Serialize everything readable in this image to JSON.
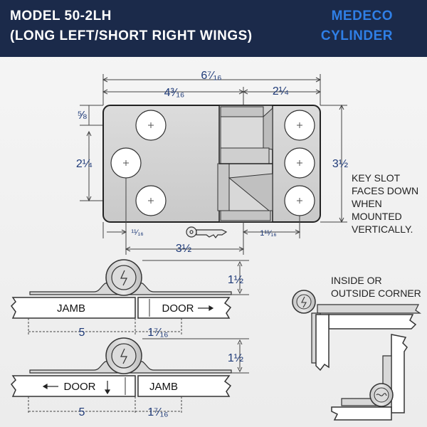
{
  "header": {
    "title_line1": "MODEL 50-2LH",
    "title_line2": "(LONG LEFT/SHORT RIGHT WINGS)",
    "right_line1": "MEDECO",
    "right_line2": "CYLINDER"
  },
  "top_view": {
    "overall_width": "6⁷⁄₁₆",
    "left_wing_width": "4³⁄₁₆",
    "right_wing_width": "2¼",
    "top_hole_offset": "⅝",
    "hole_spacing": "2¼",
    "height": "3½",
    "left_bottom_offset": "¹¹⁄₁₆",
    "right_bottom_offset": "1¹¹⁄₁₆",
    "hole_to_hole": "3½",
    "key_note": [
      "KEY SLOT",
      "FACES DOWN",
      "WHEN",
      "MOUNTED",
      "VERTICALLY."
    ]
  },
  "section_1": {
    "height": "1½",
    "left_label": "JAMB",
    "right_label": "DOOR",
    "left_dim": "5",
    "right_dim": "1⁷⁄₁₆"
  },
  "section_2": {
    "height": "1½",
    "left_label": "DOOR",
    "right_label": "JAMB",
    "left_dim": "5",
    "right_dim": "1⁷⁄₁₆"
  },
  "corner_note": [
    "INSIDE OR",
    "OUTSIDE CORNER"
  ],
  "colors": {
    "header_bg": "#1b2a4a",
    "accent": "#2f7fe6",
    "dimension": "#1e3a78"
  },
  "icons": [
    "key-icon",
    "arrow-right-icon",
    "arrow-left-icon",
    "arrow-down-icon",
    "lock-cylinder-icon"
  ]
}
